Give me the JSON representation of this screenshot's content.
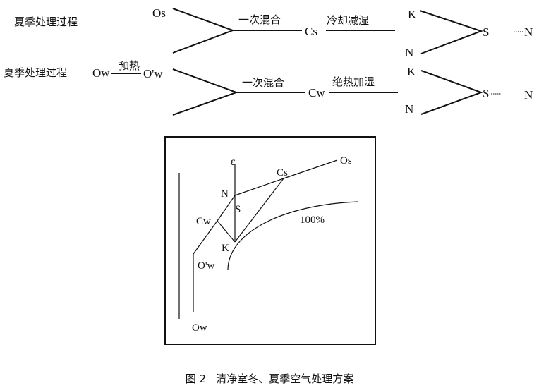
{
  "row1": {
    "title": "夏季处理过程",
    "in_top": "Os",
    "mix_label": "一次混合",
    "mid_point": "Cs",
    "process_label": "冷却减湿",
    "k": "K",
    "n_in": "N",
    "s": "S",
    "n_out": "N"
  },
  "row2": {
    "title": "夏季处理过程",
    "start": "Ow",
    "preheat_label": "预热",
    "in_top": "O'w",
    "mix_label": "一次混合",
    "mid_point": "Cw",
    "process_label": "绝热加湿",
    "k": "K",
    "n_in": "N",
    "s": "S",
    "n_out": "N"
  },
  "chart": {
    "epsilon": "ε",
    "N": "N",
    "S": "S",
    "Cw": "Cw",
    "K": "K",
    "Opw": "O'w",
    "Ow": "Ow",
    "Cs": "Cs",
    "Os": "Os",
    "rh_label": "100%"
  },
  "caption": "图 2   清净室冬、夏季空气处理方案"
}
